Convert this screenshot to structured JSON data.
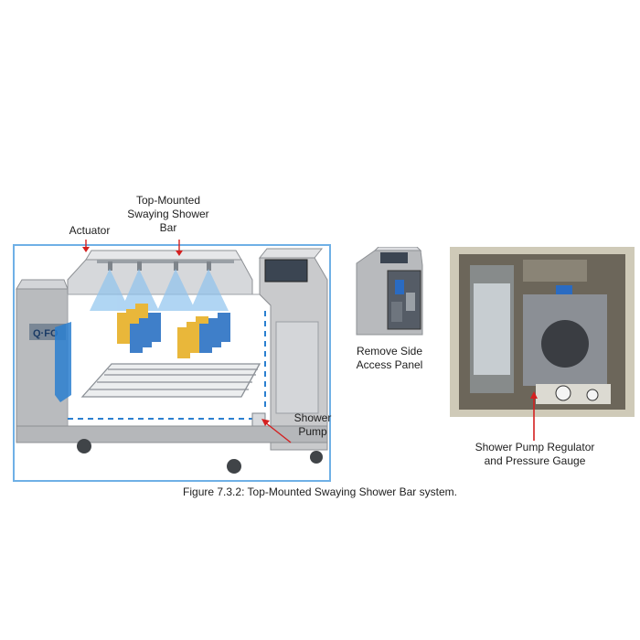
{
  "figure": {
    "caption": "Figure 7.3.2: Top-Mounted Swaying Shower Bar system."
  },
  "callouts": {
    "shower_bar": [
      "Top-Mounted",
      "Swaying Shower",
      "Bar"
    ],
    "actuator": "Actuator",
    "shower_pump": [
      "Shower",
      "Pump"
    ],
    "side_panel": [
      "Remove Side",
      "Access Panel"
    ],
    "regulator": [
      "Shower Pump Regulator",
      "and Pressure Gauge"
    ]
  },
  "chamber_brand": "Q-FOG",
  "colors": {
    "callout_arrow": "#d42020",
    "cabinet_gray": "#c9cacc",
    "water_blue": "#2a7fd0",
    "sample_yellow": "#e9b73a",
    "sample_blue": "#3f7fc9"
  }
}
